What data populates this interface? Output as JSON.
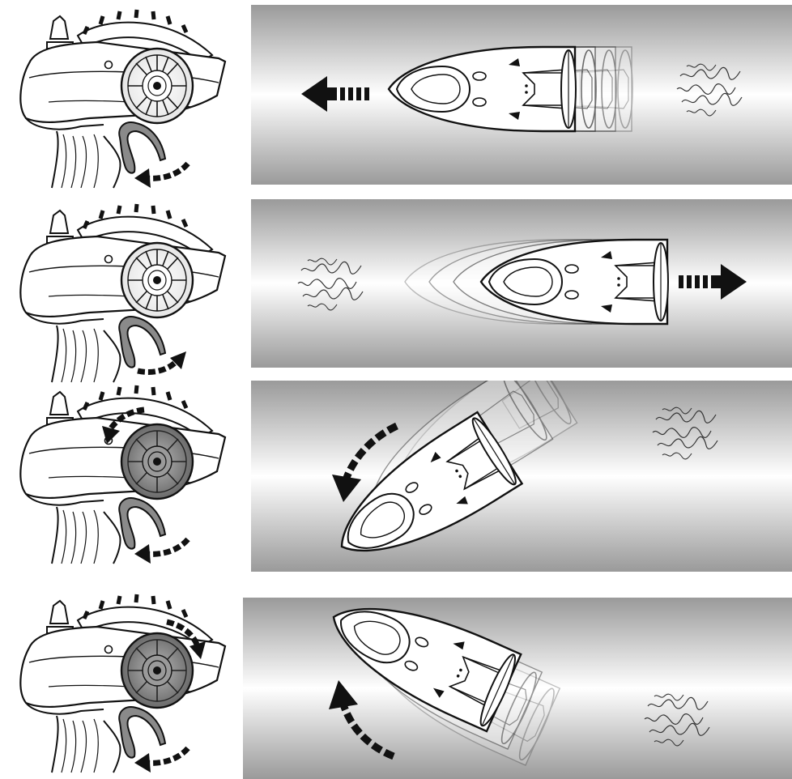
{
  "rows": [
    {
      "action": "forward",
      "trigger": "pull",
      "wheel": "neutral",
      "boat_motion": "left"
    },
    {
      "action": "reverse",
      "trigger": "push",
      "wheel": "neutral",
      "boat_motion": "right"
    },
    {
      "action": "forward-turn-left",
      "trigger": "pull",
      "wheel": "counter-clockwise",
      "boat_motion": "down-left"
    },
    {
      "action": "forward-turn-right",
      "trigger": "pull",
      "wheel": "clockwise",
      "boat_motion": "up-left"
    }
  ],
  "colors": {
    "line": "#111111",
    "water_light": "#ffffff",
    "water_dark": "#9a9a9a",
    "wheel_dark": "#7a7a7a",
    "wheel_light": "#e8e8e8"
  },
  "icons": [
    "transmitter-icon",
    "steering-wheel-icon",
    "throttle-trigger-icon",
    "curved-arrow-icon",
    "boat-icon",
    "wake-splash-icon",
    "direction-arrow-icon"
  ]
}
